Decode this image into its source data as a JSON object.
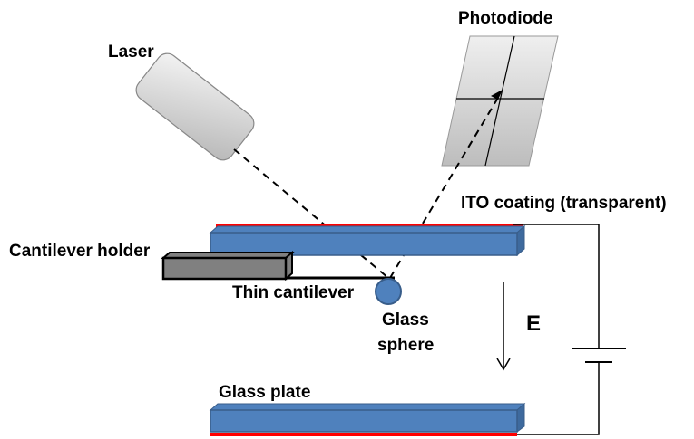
{
  "labels": {
    "laser": "Laser",
    "photodiode": "Photodiode",
    "ito": "ITO coating (transparent)",
    "holder": "Cantilever holder",
    "cantilever": "Thin cantilever",
    "sphere_1": "Glass",
    "sphere_2": "sphere",
    "field": "E",
    "plate": "Glass plate"
  },
  "colors": {
    "plate": "#4f81bd",
    "ito": "#ff0000",
    "holder": "#808080"
  }
}
